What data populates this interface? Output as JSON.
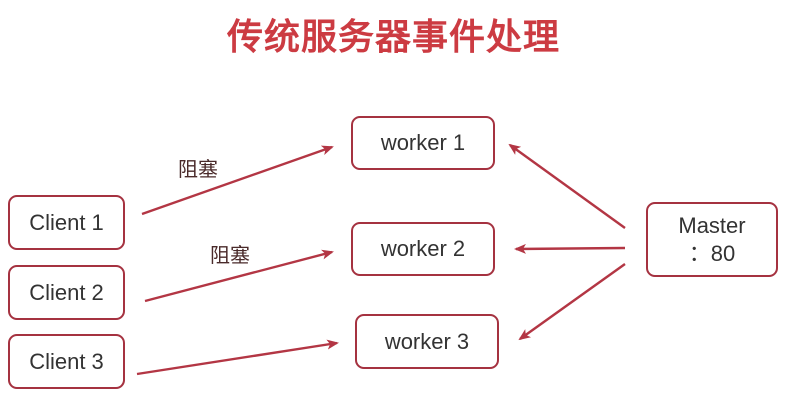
{
  "title": "传统服务器事件处理",
  "colors": {
    "title": "#cc3b42",
    "box_border": "#a53240",
    "arrow": "#b33644"
  },
  "nodes": {
    "client1": "Client 1",
    "client2": "Client 2",
    "client3": "Client 3",
    "worker1": "worker 1",
    "worker2": "worker 2",
    "worker3": "worker 3",
    "master_line1": "Master",
    "master_line2": "：80"
  },
  "edge_labels": {
    "client1_to_worker1": "阻塞",
    "client2_to_worker2": "阻塞"
  },
  "edges": [
    {
      "from": "client1",
      "to": "worker1",
      "label": "阻塞"
    },
    {
      "from": "client2",
      "to": "worker2",
      "label": "阻塞"
    },
    {
      "from": "client3",
      "to": "worker3"
    },
    {
      "from": "master",
      "to": "worker1"
    },
    {
      "from": "master",
      "to": "worker2"
    },
    {
      "from": "master",
      "to": "worker3"
    }
  ]
}
